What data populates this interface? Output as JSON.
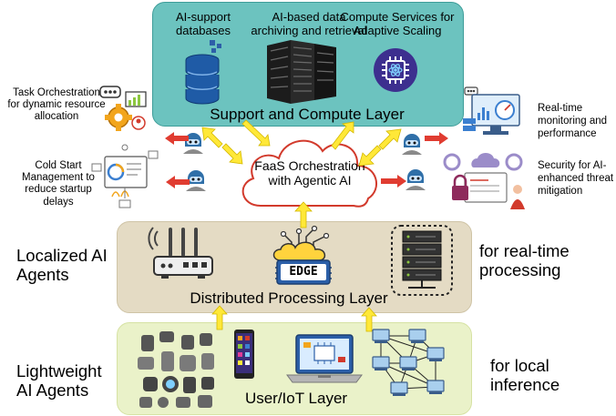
{
  "support_layer": {
    "title": "Support and Compute Layer",
    "items": [
      {
        "label": "AI-support databases",
        "icon": "database-icon"
      },
      {
        "label": "AI-based data archiving and retrieval",
        "icon": "server-rack-icon"
      },
      {
        "label": "Compute Services for Adaptive Scaling",
        "icon": "ai-chip-icon"
      }
    ]
  },
  "orchestration": {
    "label": "FaaS Orchestration with Agentic AI",
    "icon": "cloud-icon"
  },
  "left_functions": [
    {
      "label": "Task Orchestration for dynamic resource allocation",
      "icon": "gear-chart-icon"
    },
    {
      "label": "Cold Start Management to reduce startup delays",
      "icon": "dashboard-icon"
    }
  ],
  "right_functions": [
    {
      "label": "Real-time monitoring and performance",
      "icon": "monitor-gauge-icon"
    },
    {
      "label": "Security for AI-enhanced threat mitigation",
      "icon": "security-lock-icon"
    }
  ],
  "processing_layer": {
    "title": "Distributed Processing Layer",
    "edge_label": "EDGE"
  },
  "user_layer": {
    "title": "User/IoT Layer"
  },
  "side_labels": {
    "localized_agents": "Localized AI Agents",
    "real_time": "for real-time processing",
    "lightweight_agents": "Lightweight AI Agents",
    "local_inference": "for local inference"
  },
  "colors": {
    "support": "#6cc3bf",
    "processing": "#e4dbc4",
    "user": "#eaf2c9",
    "arrow_yellow": "#ffe838",
    "arrow_red": "#e03c31",
    "cloud_outline": "#d23a2c"
  }
}
